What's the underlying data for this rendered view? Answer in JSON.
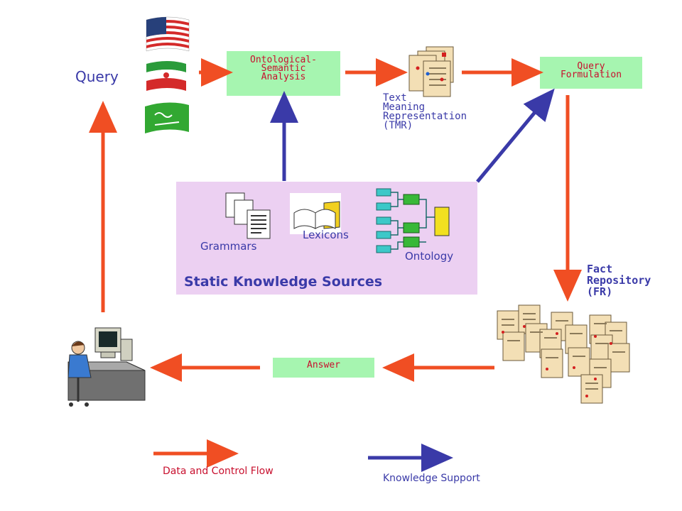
{
  "query_label": "Query",
  "ontological_box": "Ontological-\nSemantic\nAnalysis",
  "tmr_label": "Text\nMeaning\nRepresentation\n(TMR)",
  "query_formulation_box": "Query\nFormulation",
  "fact_repository_label": "Fact\nRepository\n(FR)",
  "answer_box": "Answer",
  "static_knowledge": {
    "title": "Static Knowledge Sources",
    "grammars": "Grammars",
    "lexicons": "Lexicons",
    "ontology": "Ontology"
  },
  "legend": {
    "data_flow": "Data and Control Flow",
    "knowledge": "Knowledge Support"
  },
  "colors": {
    "red_arrow": "#f04e23",
    "blue_arrow": "#3a3aa8",
    "green_box": "#a6f5b0",
    "kb_panel": "#ecd0f2"
  },
  "icons": [
    "us-flag-icon",
    "iran-flag-icon",
    "saudi-flag-icon",
    "document-stack-icon",
    "user-computer-icon"
  ]
}
